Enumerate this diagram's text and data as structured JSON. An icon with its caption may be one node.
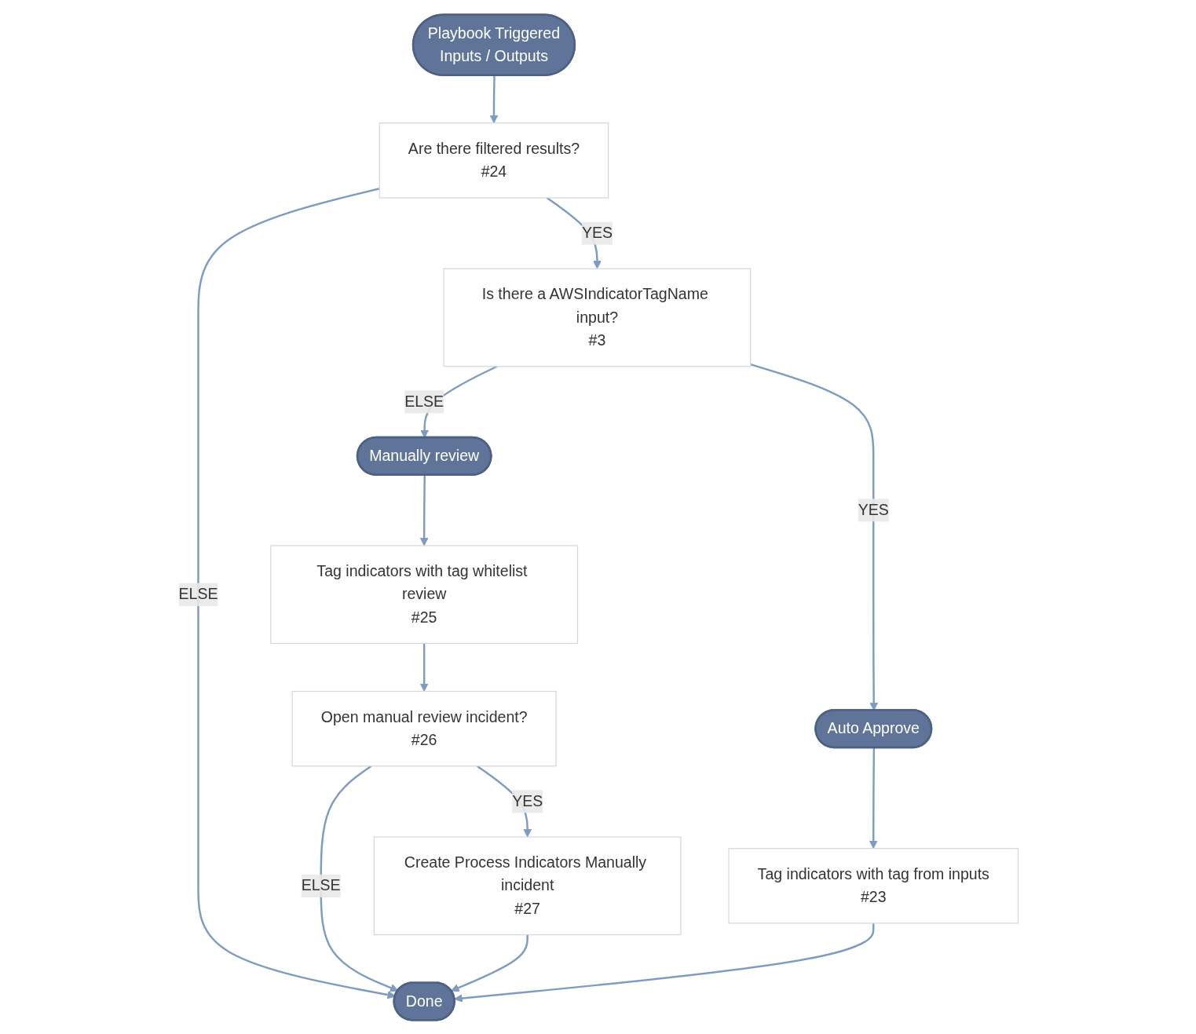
{
  "diagram": {
    "nodes": [
      {
        "text": [
          "Playbook Triggered",
          "Inputs / Outputs"
        ]
      },
      {
        "text": [
          "Are there filtered results?",
          "#24"
        ]
      },
      {
        "text": [
          "Is there a AWSIndicatorTagName input?",
          "#3"
        ]
      },
      {
        "text": [
          "Manually review"
        ]
      },
      {
        "text": [
          "Tag indicators with tag whitelist review",
          "#25"
        ]
      },
      {
        "text": [
          "Open manual review incident?",
          "#26"
        ]
      },
      {
        "text": [
          "Create Process Indicators Manually incident",
          "#27"
        ]
      },
      {
        "text": [
          "Auto Approve"
        ]
      },
      {
        "text": [
          "Tag indicators with tag from inputs",
          "#23"
        ]
      },
      {
        "text": [
          "Done"
        ]
      }
    ],
    "edges": [
      {
        "from": 0,
        "to": 1,
        "arrow": "to"
      },
      {
        "from": 1,
        "to": 2,
        "arrow": "to",
        "label": "YES"
      },
      {
        "from": 1,
        "to": 9,
        "arrow": "to",
        "label": "ELSE"
      },
      {
        "from": 2,
        "to": 3,
        "arrow": "to",
        "label": "ELSE"
      },
      {
        "from": 2,
        "to": 7,
        "arrow": "to",
        "label": "YES"
      },
      {
        "from": 3,
        "to": 4,
        "arrow": "to"
      },
      {
        "from": 4,
        "to": 5,
        "arrow": "to"
      },
      {
        "from": 5,
        "to": 6,
        "arrow": "to",
        "label": "YES"
      },
      {
        "from": 5,
        "to": 9,
        "arrow": "to",
        "label": "ELSE"
      },
      {
        "from": 7,
        "to": 8,
        "arrow": "to"
      },
      {
        "from": 6,
        "to": 9,
        "arrow": "to"
      },
      {
        "from": 8,
        "to": 9,
        "arrow": "to"
      }
    ]
  }
}
